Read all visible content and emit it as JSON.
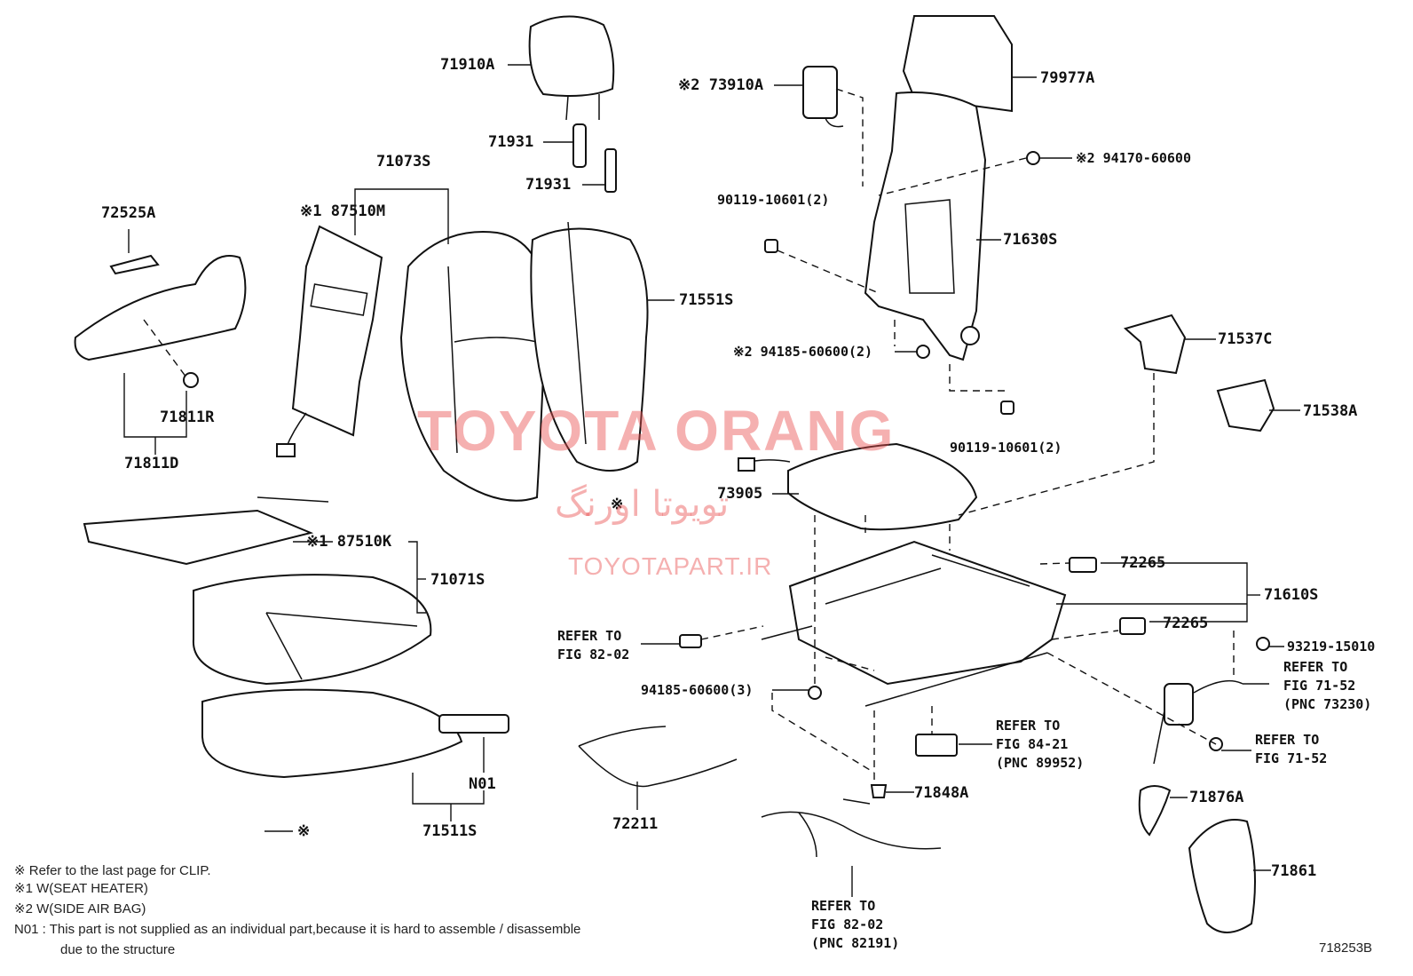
{
  "labels": {
    "p71910A": "71910A",
    "p71931a": "71931",
    "p71931b": "71931",
    "p71073S": "71073S",
    "p87510M": "※1 87510M",
    "p72525A": "72525A",
    "p71811R": "71811R",
    "p71811D": "71811D",
    "p71551S": "71551S",
    "p87510K": "※1 87510K",
    "p71071S": "71071S",
    "pN01": "N01",
    "p71511S": "71511S",
    "pClip1": "※",
    "pClip2": "※",
    "p73910A": "※2 73910A",
    "p79977A": "79977A",
    "p94170": "※2 94170-60600",
    "p90119a": "90119-10601(2)",
    "p71630S": "71630S",
    "p94185a": "※2 94185-60600(2)",
    "p90119b": "90119-10601(2)",
    "p71537C": "71537C",
    "p71538A": "71538A",
    "p73905": "73905",
    "p72265a": "72265",
    "p71610S": "71610S",
    "p72265b": "72265",
    "p93219": "93219-15010",
    "refer1": "REFER TO",
    "refer1b": "FIG 82-02",
    "p94185b": "94185-60600(3)",
    "refer2": "REFER TO",
    "refer2b": "FIG 71-52",
    "refer2c": "(PNC 73230)",
    "refer3": "REFER TO",
    "refer3b": "FIG 84-21",
    "refer3c": "(PNC 89952)",
    "refer4": "REFER TO",
    "refer4b": "FIG 71-52",
    "p72211": "72211",
    "p71848A": "71848A",
    "p71876A": "71876A",
    "p71861": "71861",
    "refer5": "REFER TO",
    "refer5b": "FIG 82-02",
    "refer5c": "(PNC 82191)"
  },
  "notes": [
    "※   Refer to the last page for CLIP.",
    "※1 W(SEAT HEATER)",
    "※2 W(SIDE AIR BAG)",
    "N01 : This part is not supplied as an individual part,because it is hard to assemble / disassemble",
    "due to the structure"
  ],
  "diagram_code": "718253B",
  "watermark": {
    "main": "TOYOTA ORANG",
    "farsi": "تویوتا اورنگ",
    "url": "TOYOTAPART.IR"
  },
  "colors": {
    "watermark": "#e85050",
    "line": "#111111"
  }
}
